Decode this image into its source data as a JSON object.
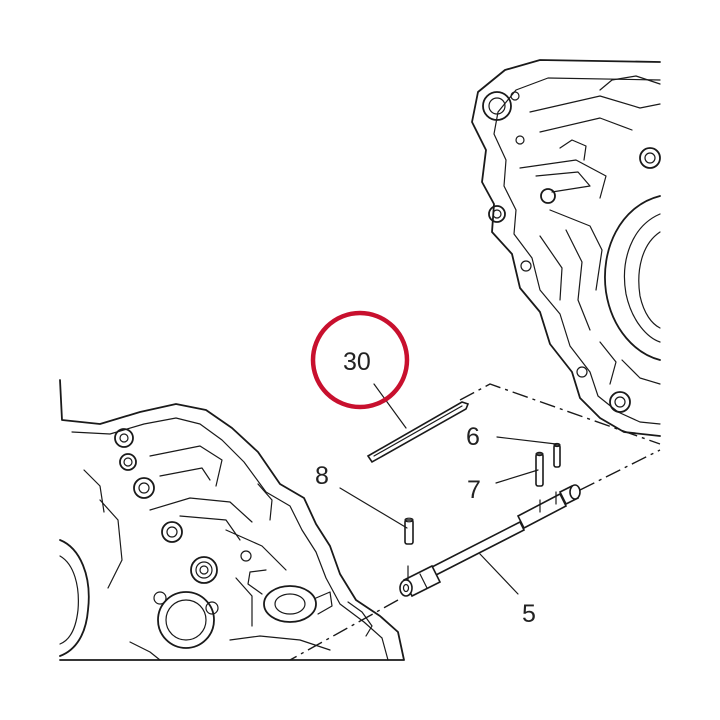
{
  "callouts": {
    "highlighted": "30",
    "pin_6": "6",
    "pin_7": "7",
    "pin_8": "8",
    "shaft_5": "5"
  },
  "colors": {
    "highlight_ring": "#c8102e",
    "line": "#1a1a1a",
    "background": "#ffffff"
  }
}
